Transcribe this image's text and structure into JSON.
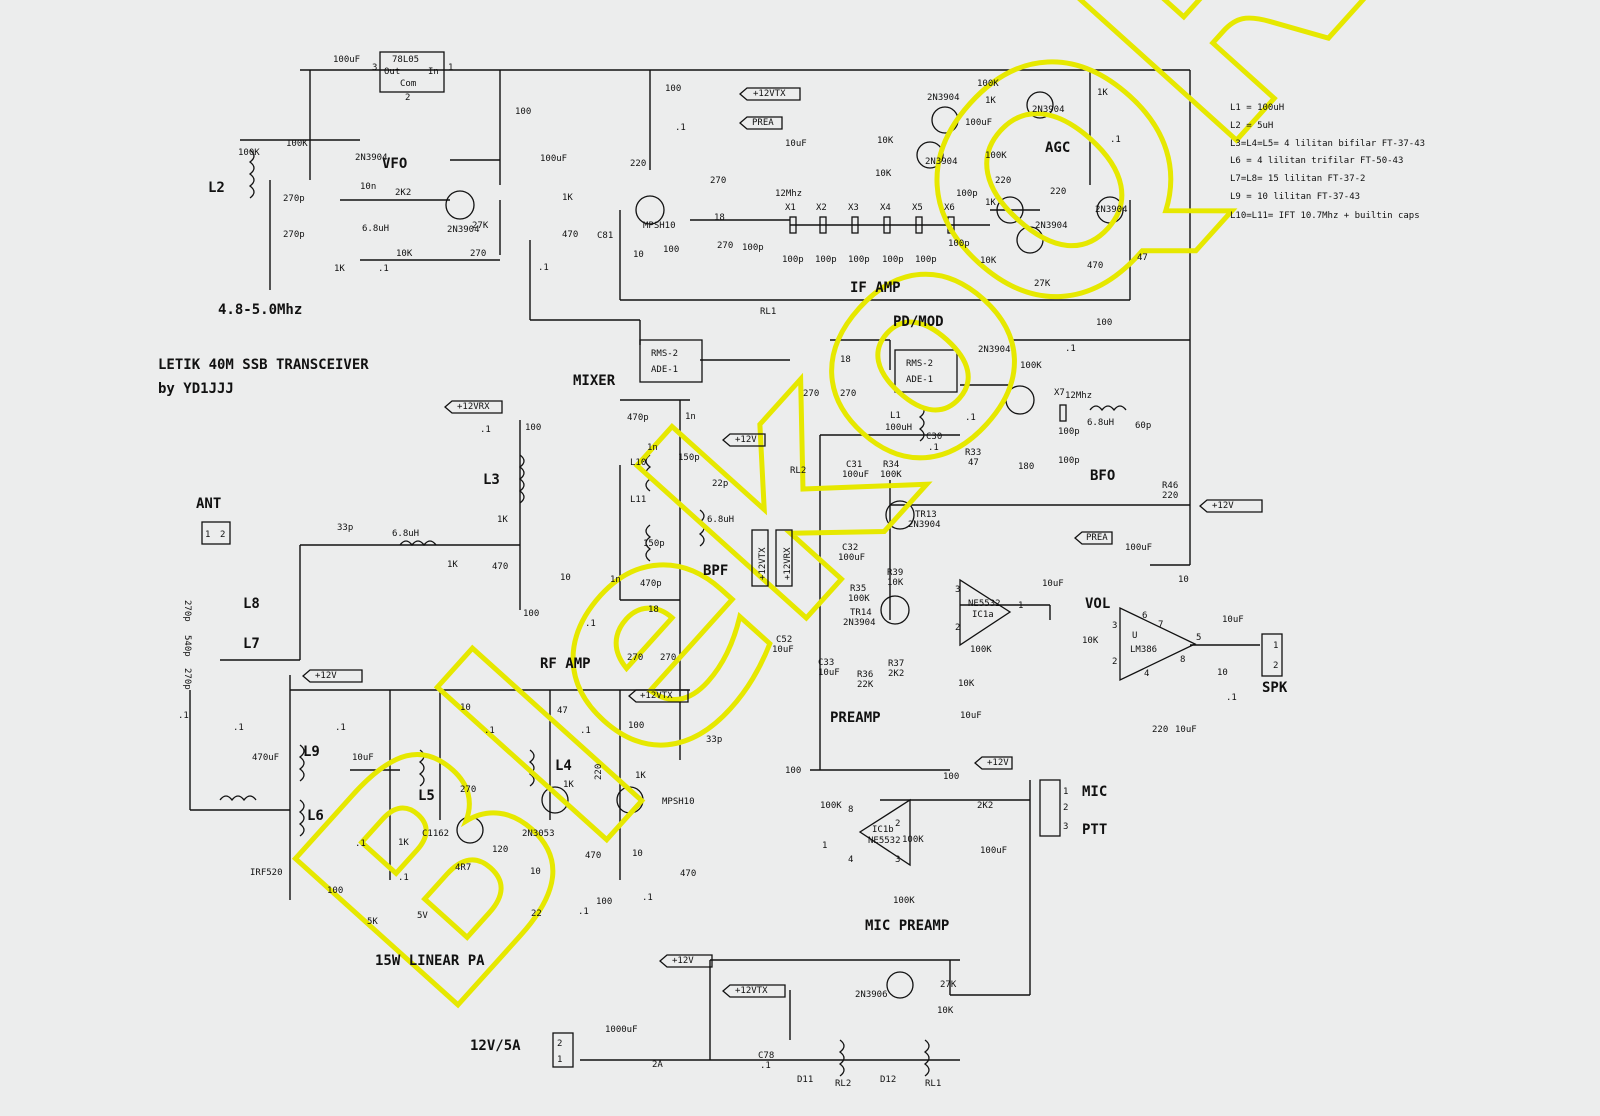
{
  "titles": {
    "line1": "LETIK 40M SSB TRANSCEIVER",
    "line2": "by YD1JJJ"
  },
  "notes": [
    "L1 = 100uH",
    "L2 = 5uH",
    "L3=L4=L5= 4 lilitan bifilar FT-37-43",
    "L6 = 4 lilitan trifilar FT-50-43",
    "L7=L8= 15 lilitan FT-37-2",
    "L9 = 10 lilitan FT-37-43",
    "L10=L11= IFT 10.7Mhz + builtin caps"
  ],
  "sections": {
    "vfo": "VFO",
    "vfo_range": "4.8-5.0Mhz",
    "if_amp": "IF AMP",
    "agc": "AGC",
    "mixer": "MIXER",
    "pd_mod": "PD/MOD",
    "bfo": "BFO",
    "rf_amp": "RF AMP",
    "bpf": "BPF",
    "preamp": "PREAMP",
    "vol": "VOL",
    "spk": "SPK",
    "mic": "MIC",
    "ptt": "PTT",
    "mic_preamp": "MIC PREAMP",
    "linear_pa": "15W LINEAR PA",
    "power": "12V/5A",
    "ant": "ANT"
  },
  "components": {
    "reg": "78L05",
    "reg_out": "Out",
    "reg_in": "In",
    "reg_com": "Com",
    "mixer1_a": "RMS-2",
    "mixer1_b": "ADE-1",
    "mixer2_a": "RMS-2",
    "mixer2_b": "ADE-1",
    "opamp1_a": "NE5532",
    "opamp1_b": "IC1a",
    "opamp2_a": "IC1b",
    "opamp2_b": "NE5532",
    "amp": "LM386",
    "q_vfo1": "2N3904",
    "q_vfo2": "2N3904",
    "q_ifa": "MPSH10",
    "q_agc1": "2N3904",
    "q_agc2": "2N3904",
    "q_agc3": "2N3904",
    "q_agc4": "2N3904",
    "q_agc5": "2N3904",
    "q_bfo": "2N3904",
    "q_tr13": "TR13",
    "q_tr13_type": "2N3904",
    "q_tr14": "TR14",
    "q_tr14_type": "2N3904",
    "q_pa1": "C1162",
    "q_pa2": "2N3053",
    "q_pa3": "MPSH10",
    "q_irf": "IRF520",
    "q_ptt": "2N3906",
    "rl1": "RL1",
    "rl2": "RL2",
    "x1": "X1",
    "x2": "X2",
    "x3": "X3",
    "x4": "X4",
    "x5": "X5",
    "x6": "X6",
    "x7": "X7",
    "xtal_freq": "12Mhz",
    "xtal_freq2": "12Mhz",
    "l1": "L1",
    "l2": "L2",
    "l3": "L3",
    "l4": "L4",
    "l5": "L5",
    "l6": "L6",
    "l7": "L7",
    "l8": "L8",
    "l9": "L9",
    "l10": "L10",
    "l11": "L11",
    "d11": "D11",
    "d12": "D12",
    "rl2_coil": "RL2",
    "rl1_coil": "RL1"
  },
  "rails": {
    "v12vtx_1": "+12VTX",
    "v12vrx": "+12VRX",
    "v12_1": "+12V",
    "v12_2": "+12V",
    "v12_3": "+12V",
    "v12vtx_2": "+12VTX",
    "v12_4": "+12V",
    "v12_5": "+12V",
    "v12vtx_3": "+12VTX",
    "v12vtx_vert": "+12VTX",
    "v12vrx_vert": "+12VRX",
    "prea_1": "PREA",
    "prea_2": "PREA"
  },
  "values": {
    "c100uf": "100uF",
    "r100k_a": "100K",
    "r100k_b": "100K",
    "c270p_a": "270p",
    "c270p_b": "270p",
    "c10n": "10n",
    "r2k2": "2K2",
    "l6u8": "6.8uH",
    "r10k_vfo": "10K",
    "r1k_vfo": "1K",
    "c_1_vfo": ".1",
    "r27k": "27K",
    "r270_vfo": "270",
    "r100_top": "100",
    "c100uf_2": "100uF",
    "r100_ifa": "100",
    "c_1_ifa": ".1",
    "r220": "220",
    "r1k_ifa": "1K",
    "r470_ifa": "470",
    "c81": "C81",
    "r10_ifa": "10",
    "r100_ifa2": "100",
    "r270_ifa": "270",
    "r18_ifa": "18",
    "r270_ifa2": "270",
    "c100p_ifa": "100p",
    "c100p_1": "100p",
    "c100p_2": "100p",
    "c100p_3": "100p",
    "c100p_4": "100p",
    "c100p_5": "100p",
    "c100p_6": "100p",
    "c100p_7": "100p",
    "c10u_agc": "10uF",
    "r10k_agc1": "10K",
    "r10k_agc2": "10K",
    "r100k_agc": "100K",
    "r1k_agc": "1K",
    "c100uf_agc": "100uF",
    "r100k_agc2": "100K",
    "r1k_agc2": "1K",
    "r1k_agc3": "1K",
    "c_1_agc": ".1",
    "r220_agc": "220",
    "r220_agc2": "220",
    "r10k_agc3": "10K",
    "r27k_agc": "27K",
    "r470_agc": "470",
    "r47_agc": "47",
    "r100_bfo": "100",
    "c_1_bfo": ".1",
    "r100k_bfo": "100K",
    "l6u8_bfo": "6.8uH",
    "c60p": "60p",
    "c100p_bfo": "100p",
    "c100p_bfo2": "100p",
    "r180": "180",
    "r18_pd": "18",
    "r270_pd": "270",
    "r270_pd2": "270",
    "l1_val": "100uH",
    "c30": "C30",
    "c_1_c30": ".1",
    "r33": "R33",
    "r33_val": "47",
    "c_1_pd": ".1",
    "c1n_mix": "1n",
    "c_1_mix": ".1",
    "c470p_bpf": "470p",
    "c1n_bpf": "1n",
    "c150p": "150p",
    "c22p": "22p",
    "l6u8_bpf": "6.8uH",
    "c150p_2": "150p",
    "c1n_bpf2": "1n",
    "c470p_bpf2": "470p",
    "r18_bpf": "18",
    "r270_bpf": "270",
    "r270_bpf2": "270",
    "c_1_rf": ".1",
    "r100_rf": "100",
    "r1k_rf": "1K",
    "r470_rf": "470",
    "r10_rf": "10",
    "r100_rf2": "100",
    "c_1_rf2": ".1",
    "c33p": "33p",
    "l6u8_ant": "6.8uH",
    "r1k_ant": "1K",
    "c270p_ant": "270p",
    "c540p": "540p",
    "c270p_ant2": "270p",
    "c_1_ant": ".1",
    "c31": "C31",
    "c31_val": "100uF",
    "r34": "R34",
    "r34_val": "100K",
    "c32": "C32",
    "c32_val": "100uF",
    "r39": "R39",
    "r39_val": "10K",
    "r35": "R35",
    "r35_val": "100K",
    "c52": "C52",
    "c52_val": "10uF",
    "c33": "C33",
    "c33_val": "10uF",
    "r36": "R36",
    "r36_val": "22K",
    "r37": "R37",
    "r37_val": "2K2",
    "r46": "R46",
    "r46_val": "220",
    "r100k_pre": "100K",
    "r10k_pre": "10K",
    "c10uf_pre": "10uF",
    "c10uf_vol": "10uF",
    "r10k_vol": "10K",
    "c100uf_386": "100uF",
    "r10_386": "10",
    "c10uf_spk": "10uF",
    "r10_spk": "10",
    "c_1_spk": ".1",
    "r220_386": "220",
    "c10uf_386": "10uF",
    "r100_mic": "100",
    "r100k_mic": "100K",
    "r100_mic2": "100",
    "r2k2_mic": "2K2",
    "r100k_mic2": "100K",
    "c100uf_mic": "100uF",
    "r100k_mic3": "100K",
    "c470uf": "470uF",
    "c_1_pa": ".1",
    "c10uf_pa": "10uF",
    "c_1_pa2": ".1",
    "r10_pa": "10",
    "c_1_pa3": ".1",
    "r47_pa": "47",
    "c_1_pa4": ".1",
    "r100_pa": "100",
    "r270_pa": "270",
    "r1k_pa": "1K",
    "r1k_pa2": "1K",
    "r220_pa": "220",
    "r120": "120",
    "r4r7": "4R7",
    "r10_pa2": "10",
    "r470_pa": "470",
    "r22": "22",
    "c_1_pa5": ".1",
    "r10_pa3": "10",
    "r100_pa2": "100",
    "c_1_pa6": ".1",
    "r470_pa2": "470",
    "c33p_pa": "33p",
    "r1k_pa3": "1K",
    "c_1_pa7": ".1",
    "r100_pa3": "100",
    "r5k": "5K",
    "z5v": "5V",
    "c_1_pa8": ".1",
    "c1000uf": "1000uF",
    "f2a": "2A",
    "c78": "C78",
    "c78_val": ".1",
    "r27k_ptt": "27K",
    "r10k_ptt": "10K"
  },
  "pins": {
    "p1": "1",
    "p2": "2",
    "p3": "3",
    "p4": "4",
    "p5": "5",
    "p6": "6",
    "p7": "7",
    "p8": "8",
    "ant1": "1",
    "ant2": "2",
    "spk1": "1",
    "spk2": "2",
    "mic1": "1",
    "mic2": "2",
    "mic3": "3",
    "pwr2": "2",
    "pwr1": "1",
    "u": "U"
  },
  "watermark": {
    "text": "BlekoQRP",
    "color": "#e6e800"
  },
  "colors": {
    "background": "#eceded",
    "ink": "#111111"
  }
}
